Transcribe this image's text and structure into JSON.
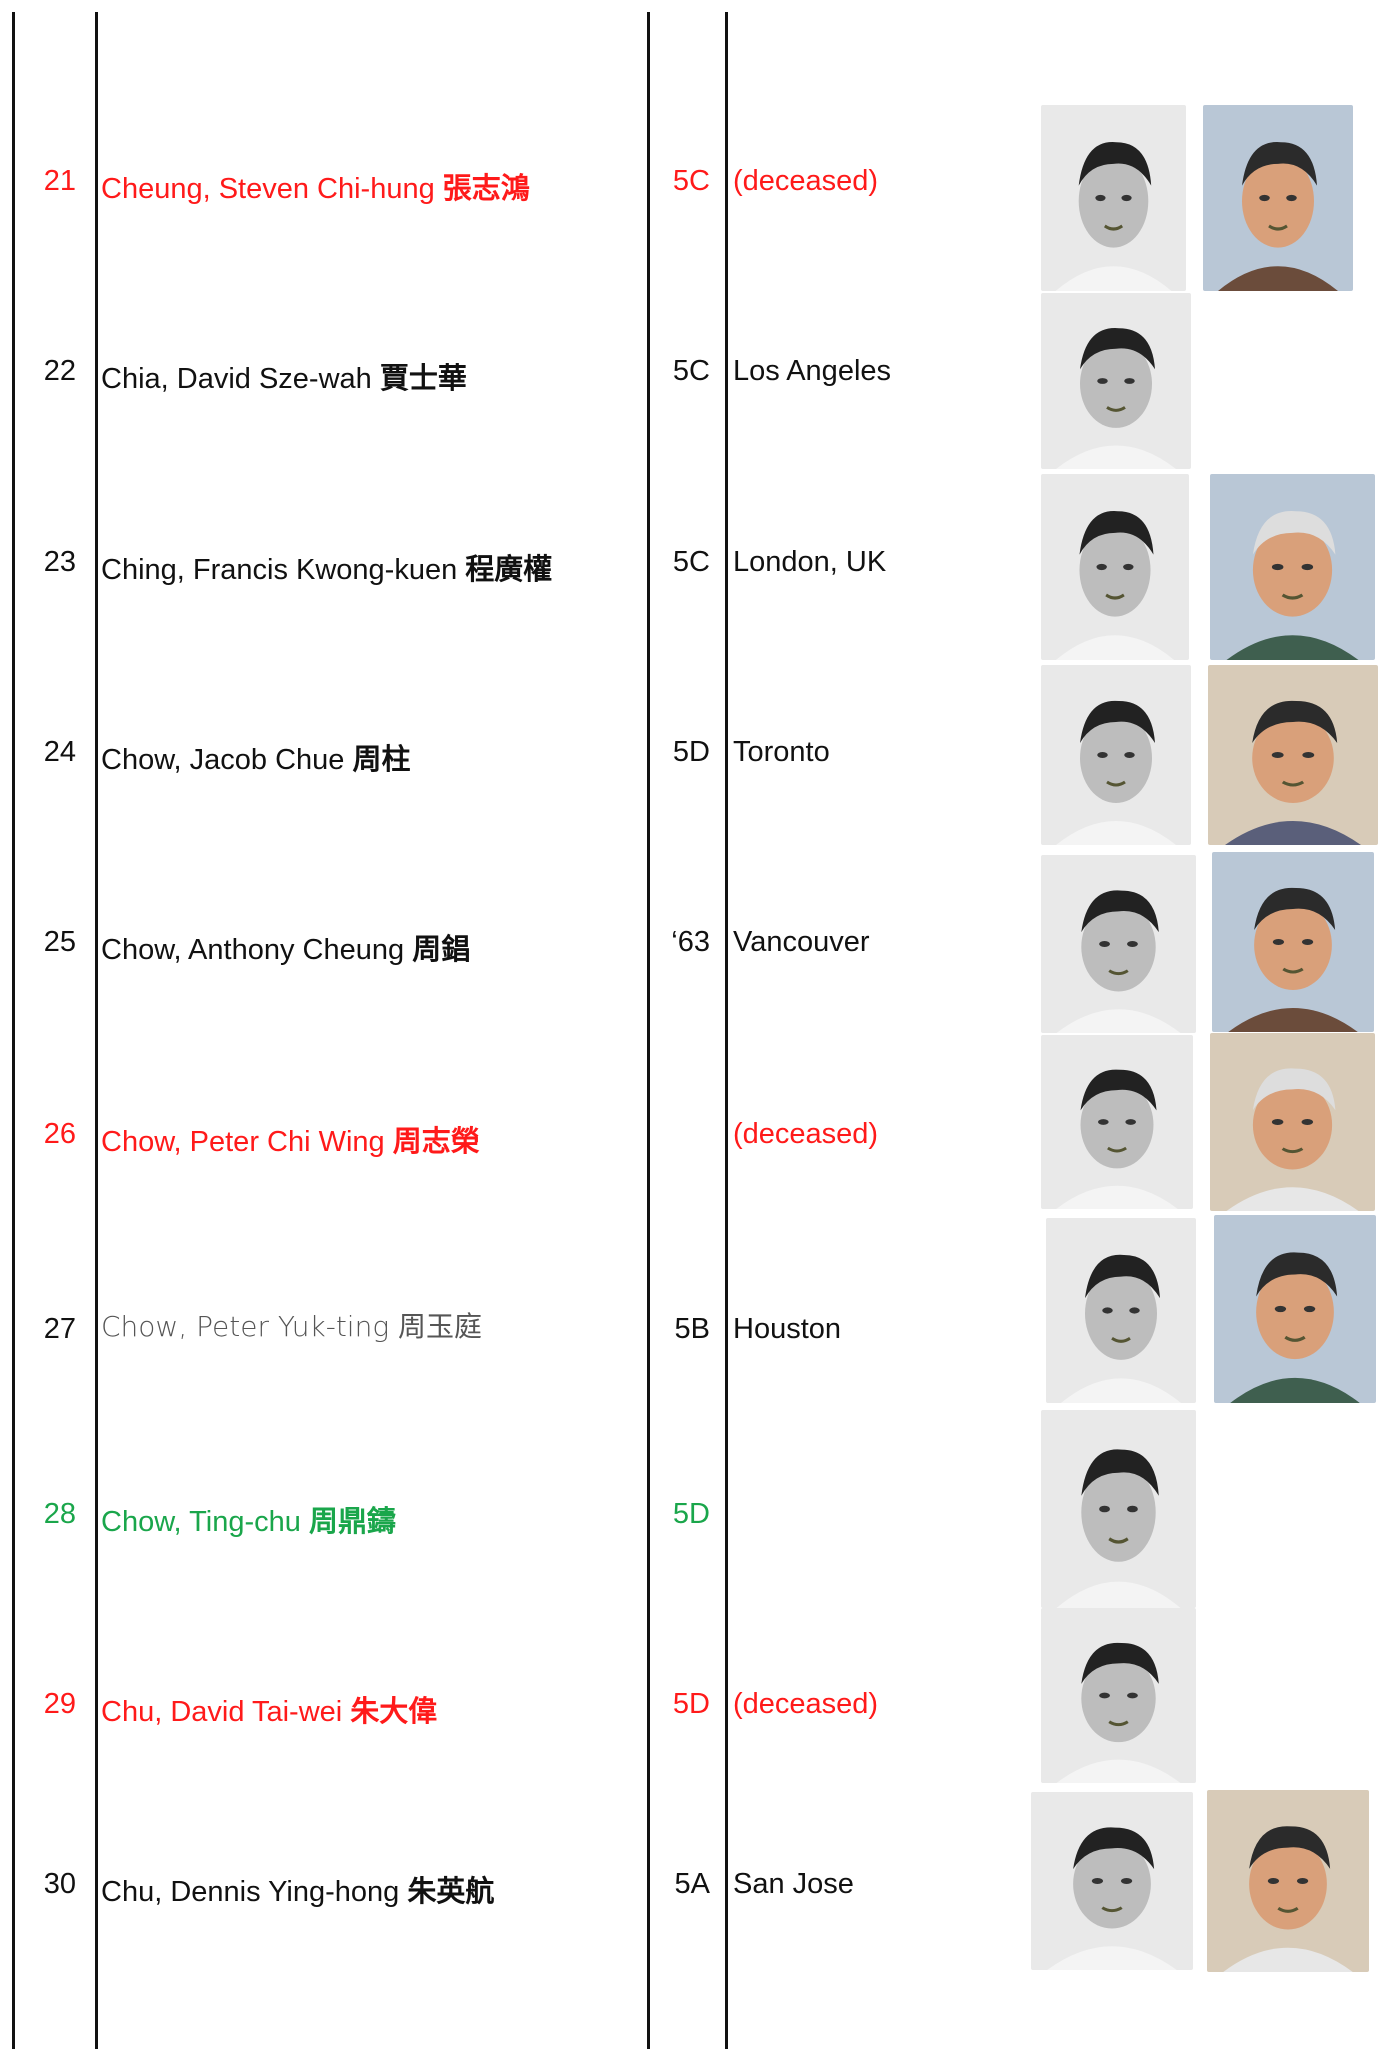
{
  "rows": [
    {
      "num": "21",
      "name": "Cheung, Steven Chi-hung",
      "cjk": "張志鴻",
      "form": "5C",
      "location": "(deceased)",
      "color": "red",
      "photos": [
        "old-portrait",
        "recent-portrait"
      ]
    },
    {
      "num": "22",
      "name": "Chia, David Sze-wah",
      "cjk": "賈士華",
      "form": "5C",
      "location": "Los Angeles",
      "color": "black",
      "photos": [
        "old-portrait"
      ]
    },
    {
      "num": "23",
      "name": "Ching, Francis Kwong-kuen",
      "cjk": "程廣權",
      "form": "5C",
      "location": "London, UK",
      "color": "black",
      "photos": [
        "old-portrait",
        "recent-portrait"
      ]
    },
    {
      "num": "24",
      "name": "Chow, Jacob Chue",
      "cjk": "周柱",
      "form": "5D",
      "location": "Toronto",
      "color": "black",
      "photos": [
        "old-portrait",
        "recent-portrait"
      ]
    },
    {
      "num": "25",
      "name": "Chow, Anthony Cheung",
      "cjk": "周錩",
      "form": "‘63",
      "location": "Vancouver",
      "color": "black",
      "photos": [
        "old-portrait",
        "recent-portrait"
      ]
    },
    {
      "num": "26",
      "name": "Chow, Peter Chi Wing",
      "cjk": "周志榮",
      "form": "",
      "location": "(deceased)",
      "color": "red",
      "photos": [
        "old-portrait",
        "recent-portrait"
      ]
    },
    {
      "num": "27",
      "name": "Chow, Peter Yuk-ting",
      "cjk": "周玉庭",
      "form": "5B",
      "location": "Houston",
      "color": "black",
      "photos": [
        "old-portrait",
        "recent-portrait"
      ]
    },
    {
      "num": "28",
      "name": "Chow, Ting-chu",
      "cjk": "周鼎鑄",
      "form": "5D",
      "location": "",
      "color": "green",
      "photos": [
        "old-portrait"
      ]
    },
    {
      "num": "29",
      "name": "Chu, David Tai-wei",
      "cjk": "朱大偉",
      "form": "5D",
      "location": "(deceased)",
      "color": "red",
      "photos": [
        "old-portrait"
      ]
    },
    {
      "num": "30",
      "name": "Chu, Dennis Ying-hong",
      "cjk": "朱英航",
      "form": "5A",
      "location": "San Jose",
      "color": "black",
      "photos": [
        "old-portrait",
        "recent-portrait"
      ]
    }
  ],
  "colors": {
    "black": "#111111",
    "red": "#ff1a1a",
    "green": "#1aa64b"
  }
}
